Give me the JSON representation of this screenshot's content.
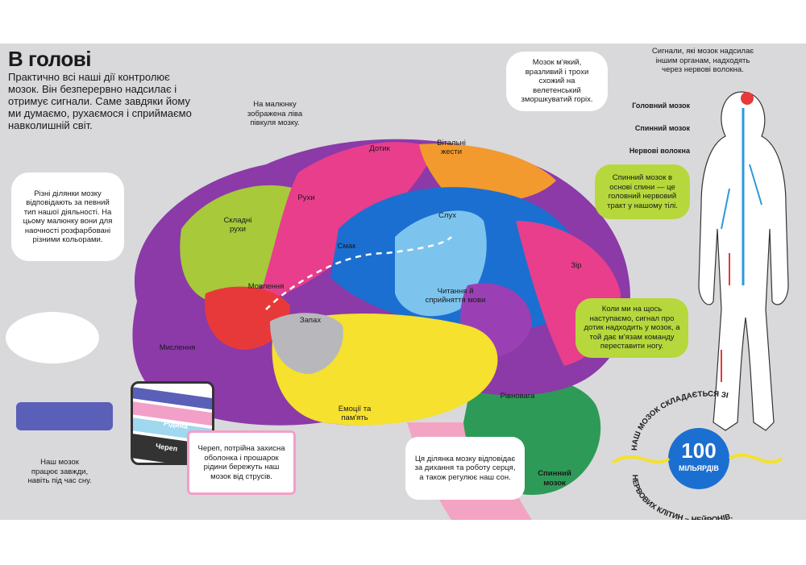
{
  "title": "В голові",
  "intro": "Практично всі наші дії контролює мозок. Він безперервно надсилає і отримує сигнали. Саме завдяки йому ми думаємо, рухаємося і сприймаємо навколишній світ.",
  "note_left_half": "На малюнку зображена ліва півкуля мозку.",
  "bubble_areas": "Різні ділянки мозку відповідають за певний тип нашої діяльності. На цьому малюнку вони для наочності розфарбовані різними кольорами.",
  "bubble_soft": "Мозок м'який, вразливий і трохи схожий на велетенський зморшкуватий горіх.",
  "signals_note": "Сигнали, які мозок надсилає іншим органам, надходять через нервові волокна.",
  "body_labels": {
    "brain": "Головний мозок",
    "spinal": "Спинний мозок",
    "fibers": "Нервові волокна"
  },
  "bubble_spinal": "Спинний мозок в основі спини — це головний нервовий тракт у нашому тілі.",
  "bubble_step": "Коли ми на щось наступаємо, сигнал про дотик надходить у мозок, а той дає м'язам команду переставити ногу.",
  "sleep_note": "Наш мозок працює завжди, навіть під час сну.",
  "skull_labels": {
    "fluid": "Рідина",
    "skull": "Череп"
  },
  "skull_note": "Череп, потрійна захисна оболонка і прошарок рідини бережуть наш мозок від струсів.",
  "stem_note": "Ця ділянка мозку відповідає за дихання та роботу серця, а також регулює наш сон.",
  "spinal_cord_label": "Спинний мозок",
  "neurons": {
    "top": "НАШ МОЗОК СКЛАДАЄТЬСЯ ЗІ",
    "number": "100",
    "unit": "МІЛЬЯРДІВ",
    "bottom": "НЕРВОВИХ КЛІТИН – НЕЙРОНІВ."
  },
  "regions": {
    "touch": "Дотик",
    "vital": "Вітальні жести",
    "movements": "Рухи",
    "complex_movements": "Складні рухи",
    "speech": "Мовлення",
    "taste": "Смак",
    "hearing": "Слух",
    "reading": "Читання й сприйняття мови",
    "smell": "Запах",
    "thinking": "Мислення",
    "emotions": "Емоції та пам'ять",
    "vision": "Зір",
    "balance": "Рівновага"
  },
  "colors": {
    "background": "#d9d9db",
    "purple": "#8b3aa8",
    "green": "#a7c93a",
    "pink": "#e83e8c",
    "orange": "#f29a2e",
    "blue": "#1b6fd1",
    "light_blue": "#7cc4ee",
    "yellow": "#f5e12e",
    "dark_green": "#2e9a57",
    "stem_pink": "#f3a4c2",
    "red": "#e8393a"
  }
}
